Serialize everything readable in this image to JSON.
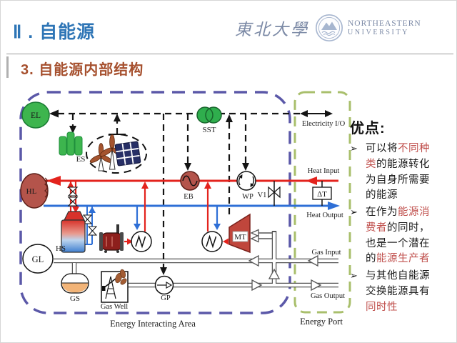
{
  "header": {
    "title": "Ⅱ . 自能源",
    "subtitle": "3. 自能源内部结构",
    "university_cn": "東北大學",
    "university_en_line1": "NORTHEASTERN",
    "university_en_line2": "UNIVERSITY"
  },
  "diagram": {
    "labels": {
      "el": "EL",
      "es": "ES",
      "sst": "SST",
      "eb": "EB",
      "wp": "WP",
      "v1": "V1",
      "dt": "ΔT",
      "hl": "HL",
      "hs": "HS",
      "mt": "MT",
      "gl": "GL",
      "gs": "GS",
      "gas_well": "Gas Well",
      "gp": "GP"
    },
    "ports": {
      "electricity": "Electricity I/O",
      "heat_in": "Heat Input",
      "heat_out": "Heat Output",
      "gas_in": "Gas Input",
      "gas_out": "Gas Output"
    },
    "areas": {
      "interacting": "Energy Interacting Area",
      "port": "Energy Port"
    }
  },
  "advantages": {
    "heading": "优点:",
    "bullet_glyph": "➢",
    "items": [
      {
        "segments": [
          {
            "text": "可以将",
            "red": false
          },
          {
            "text": "不同种类",
            "red": true
          },
          {
            "text": "的能源转化为自身所需要的能源",
            "red": false
          }
        ]
      },
      {
        "segments": [
          {
            "text": "在作为",
            "red": false
          },
          {
            "text": "能源消费者",
            "red": true
          },
          {
            "text": "的同时，也是一个潜在的",
            "red": false
          },
          {
            "text": "能源生产者",
            "red": true
          }
        ]
      },
      {
        "segments": [
          {
            "text": "与其他自能源交换能源具有",
            "red": false
          },
          {
            "text": "同时性",
            "red": true
          }
        ]
      }
    ]
  },
  "colors": {
    "title_blue": "#2E75B6",
    "subtitle_brown": "#A6502E",
    "red_accent": "#C0504D",
    "purple_border": "#5B58A8",
    "green_border": "#A9BF6C",
    "heat_red": "#E3231D",
    "heat_blue": "#2E6FD6",
    "component_green": "#3DB54E"
  }
}
